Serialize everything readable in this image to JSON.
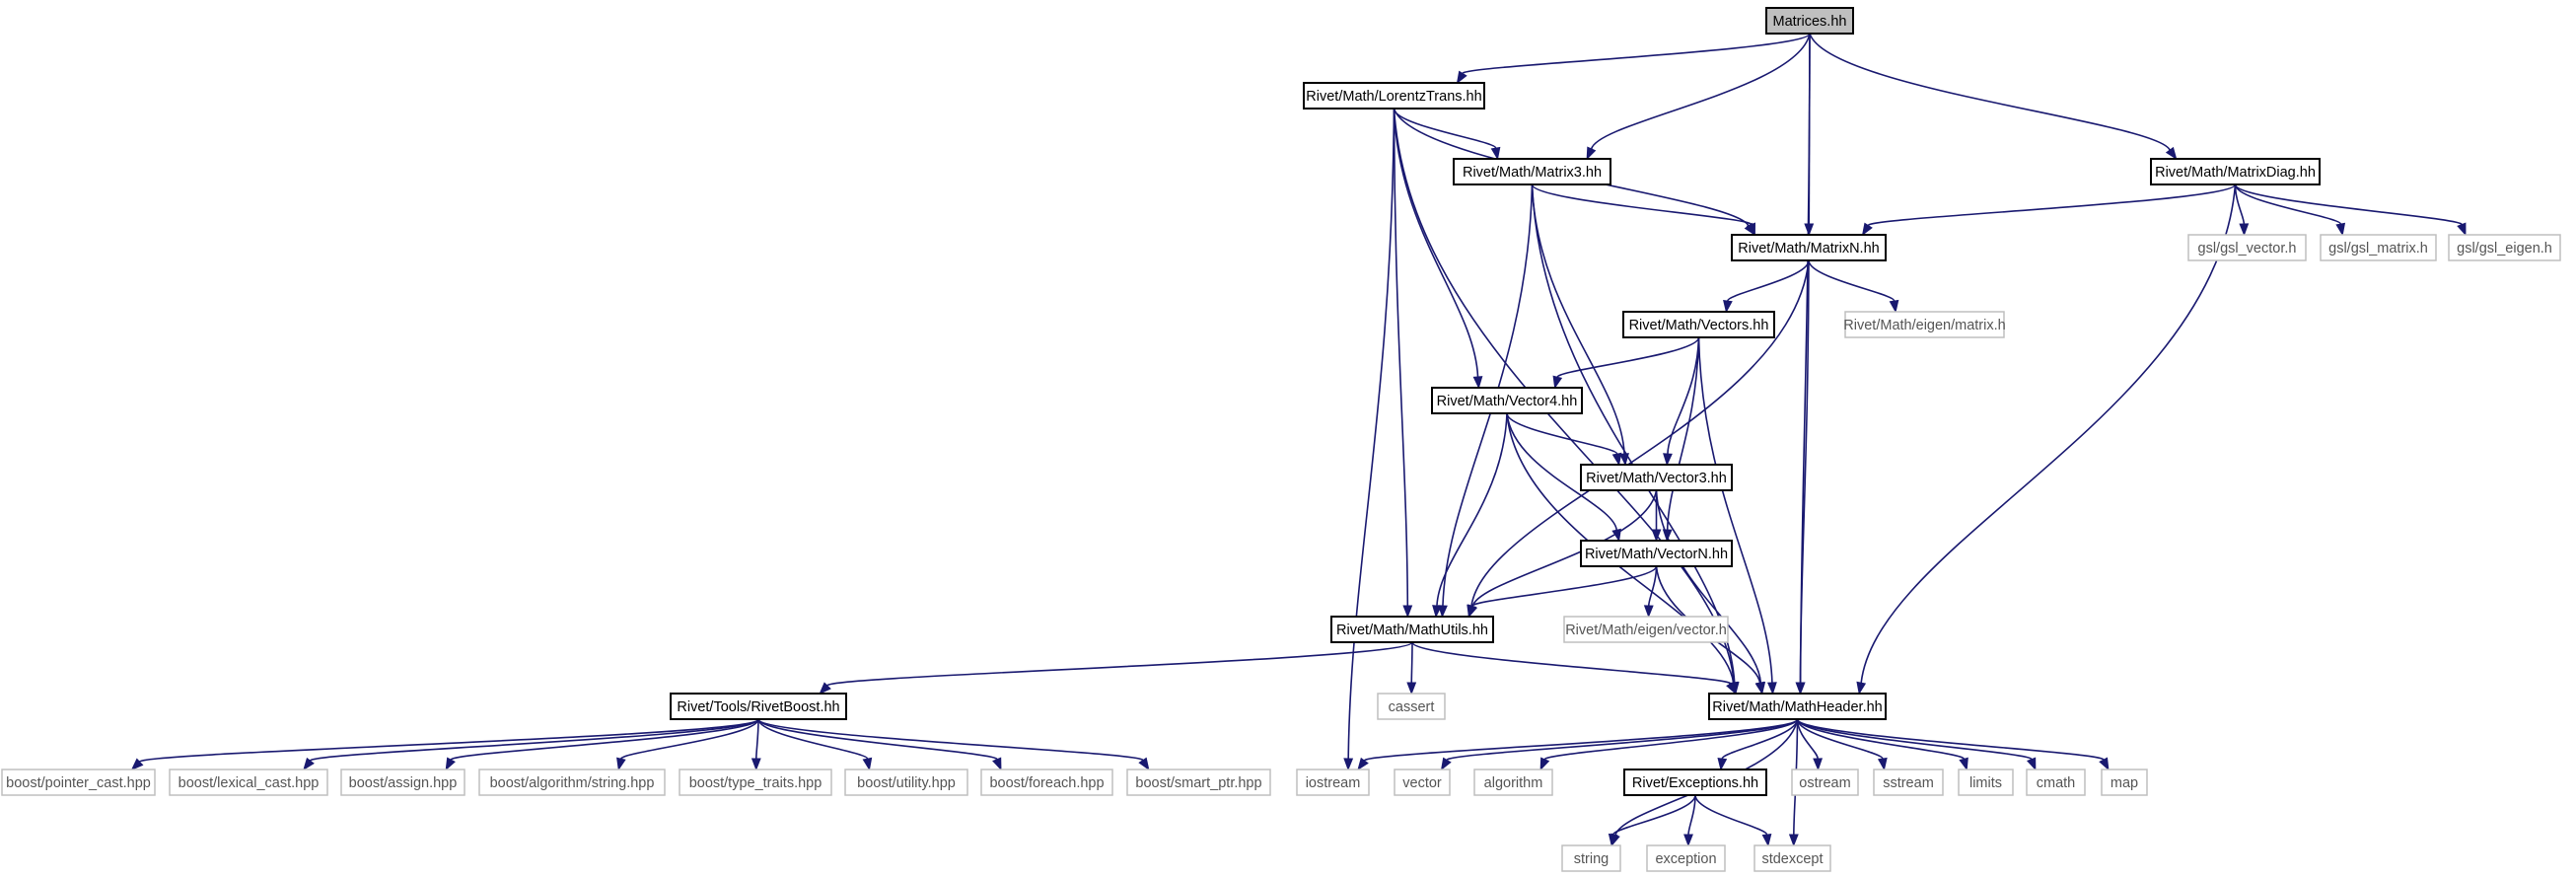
{
  "diagram": {
    "title": "",
    "nodes": [
      {
        "id": "matrices",
        "label": "Matrices.hh",
        "kind": "root"
      },
      {
        "id": "lorentz",
        "label": "Rivet/Math/LorentzTrans.hh",
        "kind": "internal"
      },
      {
        "id": "matrixdiag",
        "label": "Rivet/Math/MatrixDiag.hh",
        "kind": "internal"
      },
      {
        "id": "matrix3",
        "label": "Rivet/Math/Matrix3.hh",
        "kind": "internal"
      },
      {
        "id": "matrixn",
        "label": "Rivet/Math/MatrixN.hh",
        "kind": "internal"
      },
      {
        "id": "gsl_vector",
        "label": "gsl/gsl_vector.h",
        "kind": "external"
      },
      {
        "id": "gsl_matrix",
        "label": "gsl/gsl_matrix.h",
        "kind": "external"
      },
      {
        "id": "gsl_eigen",
        "label": "gsl/gsl_eigen.h",
        "kind": "external"
      },
      {
        "id": "vectors",
        "label": "Rivet/Math/Vectors.hh",
        "kind": "internal"
      },
      {
        "id": "eigen_matrix",
        "label": "Rivet/Math/eigen/matrix.h",
        "kind": "external"
      },
      {
        "id": "vector4",
        "label": "Rivet/Math/Vector4.hh",
        "kind": "internal"
      },
      {
        "id": "vector3",
        "label": "Rivet/Math/Vector3.hh",
        "kind": "internal"
      },
      {
        "id": "vectorn",
        "label": "Rivet/Math/VectorN.hh",
        "kind": "internal"
      },
      {
        "id": "mathutils",
        "label": "Rivet/Math/MathUtils.hh",
        "kind": "internal"
      },
      {
        "id": "eigen_vector",
        "label": "Rivet/Math/eigen/vector.h",
        "kind": "external"
      },
      {
        "id": "rivetboost",
        "label": "Rivet/Tools/RivetBoost.hh",
        "kind": "internal"
      },
      {
        "id": "cassert",
        "label": "cassert",
        "kind": "external"
      },
      {
        "id": "mathheader",
        "label": "Rivet/Math/MathHeader.hh",
        "kind": "internal"
      },
      {
        "id": "pointer_cast",
        "label": "boost/pointer_cast.hpp",
        "kind": "external"
      },
      {
        "id": "lexical_cast",
        "label": "boost/lexical_cast.hpp",
        "kind": "external"
      },
      {
        "id": "assign",
        "label": "boost/assign.hpp",
        "kind": "external"
      },
      {
        "id": "alg_string",
        "label": "boost/algorithm/string.hpp",
        "kind": "external"
      },
      {
        "id": "type_traits",
        "label": "boost/type_traits.hpp",
        "kind": "external"
      },
      {
        "id": "utility",
        "label": "boost/utility.hpp",
        "kind": "external"
      },
      {
        "id": "foreach",
        "label": "boost/foreach.hpp",
        "kind": "external"
      },
      {
        "id": "smart_ptr",
        "label": "boost/smart_ptr.hpp",
        "kind": "external"
      },
      {
        "id": "iostream",
        "label": "iostream",
        "kind": "external"
      },
      {
        "id": "vector",
        "label": "vector",
        "kind": "external"
      },
      {
        "id": "algorithm",
        "label": "algorithm",
        "kind": "external"
      },
      {
        "id": "exceptions",
        "label": "Rivet/Exceptions.hh",
        "kind": "internal"
      },
      {
        "id": "ostream",
        "label": "ostream",
        "kind": "external"
      },
      {
        "id": "sstream",
        "label": "sstream",
        "kind": "external"
      },
      {
        "id": "limits",
        "label": "limits",
        "kind": "external"
      },
      {
        "id": "cmath",
        "label": "cmath",
        "kind": "external"
      },
      {
        "id": "map",
        "label": "map",
        "kind": "external"
      },
      {
        "id": "string",
        "label": "string",
        "kind": "external"
      },
      {
        "id": "exception",
        "label": "exception",
        "kind": "external"
      },
      {
        "id": "stdexcept",
        "label": "stdexcept",
        "kind": "external"
      }
    ],
    "edges": [
      [
        "matrices",
        "lorentz"
      ],
      [
        "matrices",
        "matrix3"
      ],
      [
        "matrices",
        "matrixn"
      ],
      [
        "matrices",
        "mathheader"
      ],
      [
        "matrices",
        "matrixdiag"
      ],
      [
        "lorentz",
        "matrix3"
      ],
      [
        "lorentz",
        "matrixn"
      ],
      [
        "lorentz",
        "vector4"
      ],
      [
        "lorentz",
        "mathutils"
      ],
      [
        "lorentz",
        "mathheader"
      ],
      [
        "lorentz",
        "iostream"
      ],
      [
        "matrix3",
        "matrixn"
      ],
      [
        "matrix3",
        "vector3"
      ],
      [
        "matrix3",
        "mathutils"
      ],
      [
        "matrix3",
        "mathheader"
      ],
      [
        "matrixdiag",
        "matrixn"
      ],
      [
        "matrixdiag",
        "gsl_vector"
      ],
      [
        "matrixdiag",
        "gsl_matrix"
      ],
      [
        "matrixdiag",
        "gsl_eigen"
      ],
      [
        "matrixdiag",
        "mathheader"
      ],
      [
        "matrixn",
        "vectors"
      ],
      [
        "matrixn",
        "eigen_matrix"
      ],
      [
        "matrixn",
        "mathutils"
      ],
      [
        "matrixn",
        "mathheader"
      ],
      [
        "vectors",
        "vector4"
      ],
      [
        "vectors",
        "vector3"
      ],
      [
        "vectors",
        "vectorn"
      ],
      [
        "vectors",
        "mathheader"
      ],
      [
        "vector4",
        "vector3"
      ],
      [
        "vector4",
        "vectorn"
      ],
      [
        "vector4",
        "mathutils"
      ],
      [
        "vector4",
        "mathheader"
      ],
      [
        "vector3",
        "vectorn"
      ],
      [
        "vector3",
        "mathutils"
      ],
      [
        "vector3",
        "mathheader"
      ],
      [
        "vectorn",
        "mathutils"
      ],
      [
        "vectorn",
        "eigen_vector"
      ],
      [
        "vectorn",
        "mathheader"
      ],
      [
        "mathutils",
        "rivetboost"
      ],
      [
        "mathutils",
        "cassert"
      ],
      [
        "mathutils",
        "mathheader"
      ],
      [
        "rivetboost",
        "pointer_cast"
      ],
      [
        "rivetboost",
        "lexical_cast"
      ],
      [
        "rivetboost",
        "assign"
      ],
      [
        "rivetboost",
        "alg_string"
      ],
      [
        "rivetboost",
        "type_traits"
      ],
      [
        "rivetboost",
        "utility"
      ],
      [
        "rivetboost",
        "foreach"
      ],
      [
        "rivetboost",
        "smart_ptr"
      ],
      [
        "mathheader",
        "iostream"
      ],
      [
        "mathheader",
        "vector"
      ],
      [
        "mathheader",
        "algorithm"
      ],
      [
        "mathheader",
        "exceptions"
      ],
      [
        "mathheader",
        "ostream"
      ],
      [
        "mathheader",
        "sstream"
      ],
      [
        "mathheader",
        "limits"
      ],
      [
        "mathheader",
        "cmath"
      ],
      [
        "mathheader",
        "map"
      ],
      [
        "mathheader",
        "string"
      ],
      [
        "mathheader",
        "stdexcept"
      ],
      [
        "exceptions",
        "string"
      ],
      [
        "exceptions",
        "exception"
      ],
      [
        "exceptions",
        "stdexcept"
      ]
    ]
  }
}
